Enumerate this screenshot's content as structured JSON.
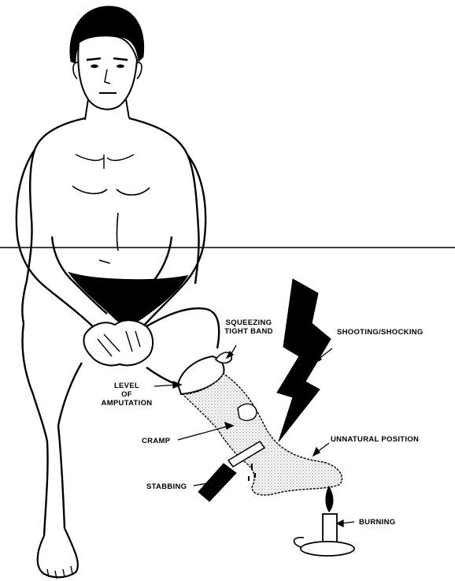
{
  "labels": {
    "squeezing_line1": "SQUEEZING",
    "squeezing_line2": "TIGHT BAND",
    "shooting": "SHOOTING/SHOCKING",
    "level_line1": "LEVEL",
    "level_line2": "OF",
    "level_line3": "AMPUTATION",
    "cramp": "CRAMP",
    "unnatural": "UNNATURAL POSITION",
    "stabbing": "STABBING",
    "burning": "BURNING"
  },
  "colors": {
    "ink": "#000000",
    "paper": "#ffffff",
    "phantom_stipple": "#8a8a8a"
  }
}
